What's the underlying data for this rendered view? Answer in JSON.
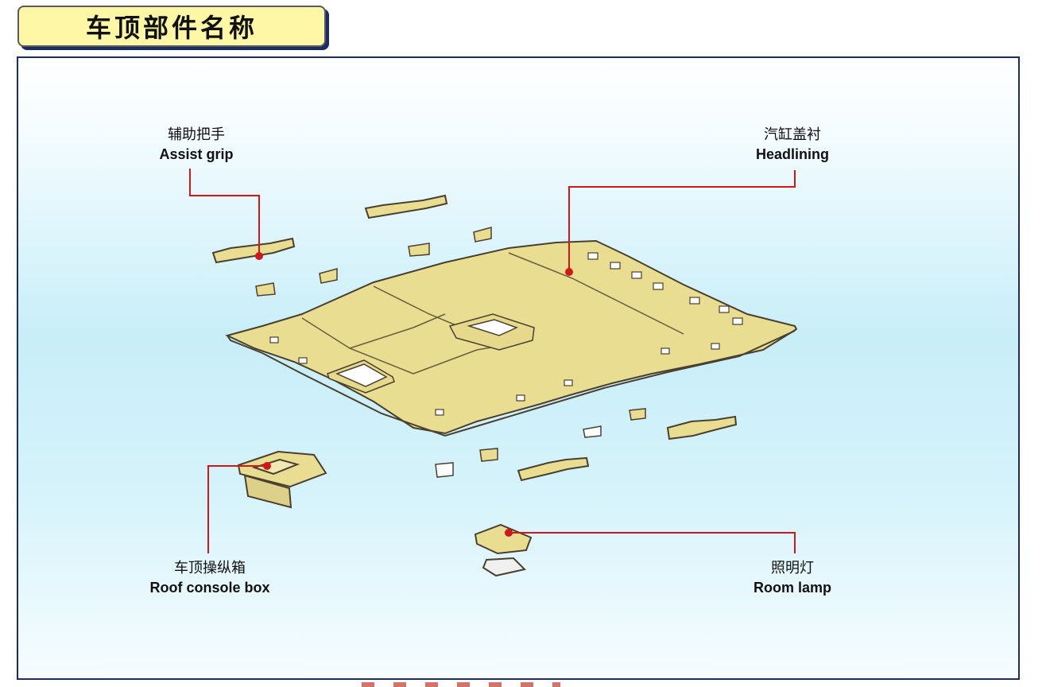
{
  "title": "车顶部件名称",
  "labels": {
    "assist_grip": {
      "cn": "辅助把手",
      "en": "Assist grip"
    },
    "headlining": {
      "cn": "汽缸盖衬",
      "en": "Headlining"
    },
    "roof_console": {
      "cn": "车顶操纵箱",
      "en": "Roof console box"
    },
    "room_lamp": {
      "cn": "照明灯",
      "en": "Room lamp"
    }
  },
  "colors": {
    "part_fill": "#e9dd92",
    "part_stroke": "#4a4030",
    "leader": "#d01818",
    "frame": "#1c2a72",
    "title_bg": "#fdf7a6"
  }
}
